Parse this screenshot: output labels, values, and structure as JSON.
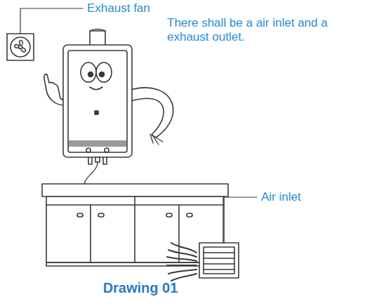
{
  "diagram": {
    "caption": "Drawing 01",
    "labels": [
      "Exhaust fan",
      "There shall be a air inlet and a exhaust outlet.",
      "Air inlet"
    ]
  }
}
